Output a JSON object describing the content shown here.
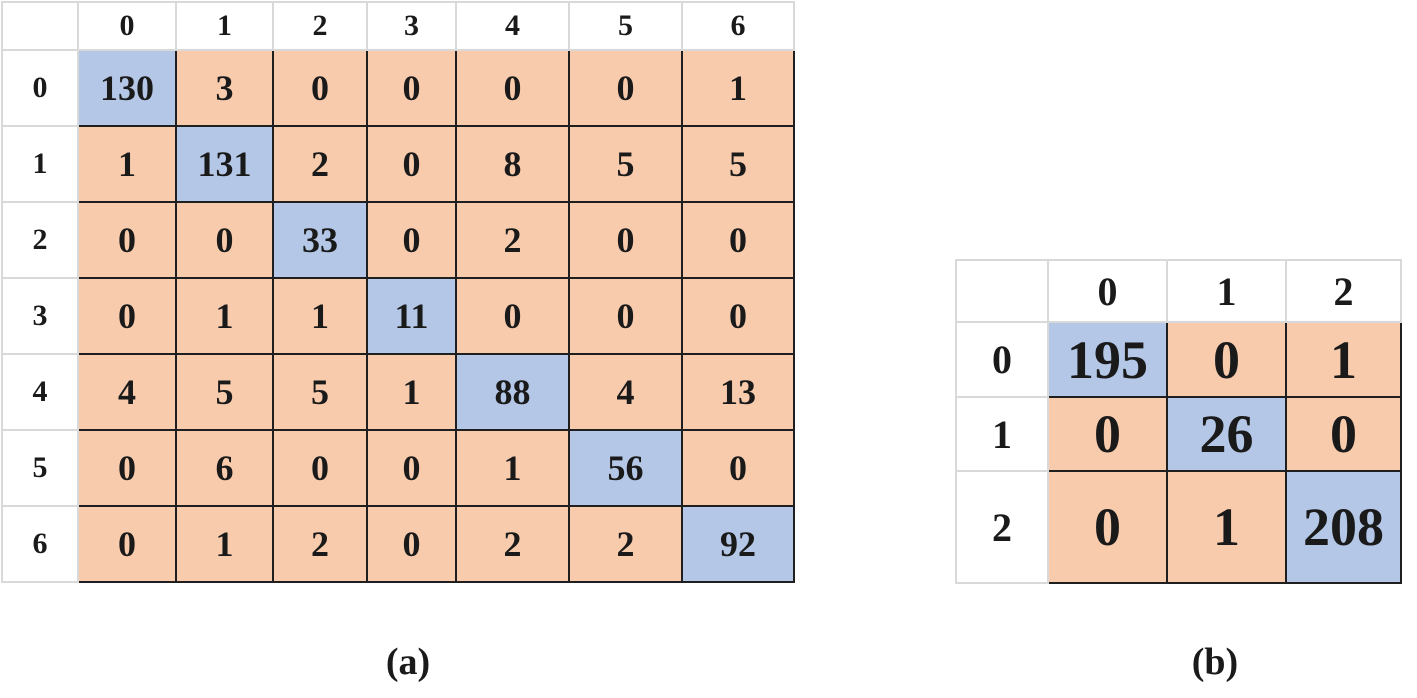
{
  "chart_data": [
    {
      "type": "table",
      "caption": "(a)",
      "row_labels": [
        "0",
        "1",
        "2",
        "3",
        "4",
        "5",
        "6"
      ],
      "col_labels": [
        "0",
        "1",
        "2",
        "3",
        "4",
        "5",
        "6"
      ],
      "values": [
        [
          130,
          3,
          0,
          0,
          0,
          0,
          1
        ],
        [
          1,
          131,
          2,
          0,
          8,
          5,
          5
        ],
        [
          0,
          0,
          33,
          0,
          2,
          0,
          0
        ],
        [
          0,
          1,
          1,
          11,
          0,
          0,
          0
        ],
        [
          4,
          5,
          5,
          1,
          88,
          4,
          13
        ],
        [
          0,
          6,
          0,
          0,
          1,
          56,
          0
        ],
        [
          0,
          1,
          2,
          0,
          2,
          2,
          92
        ]
      ]
    },
    {
      "type": "table",
      "caption": "(b)",
      "row_labels": [
        "0",
        "1",
        "2"
      ],
      "col_labels": [
        "0",
        "1",
        "2"
      ],
      "values": [
        [
          195,
          0,
          1
        ],
        [
          0,
          26,
          0
        ],
        [
          0,
          1,
          208
        ]
      ]
    }
  ],
  "colors": {
    "diagonal": "#b4c7e7",
    "off_diagonal": "#f8cbad",
    "cell_border": "#1f1f1f",
    "header_border": "#d9d9d9"
  }
}
